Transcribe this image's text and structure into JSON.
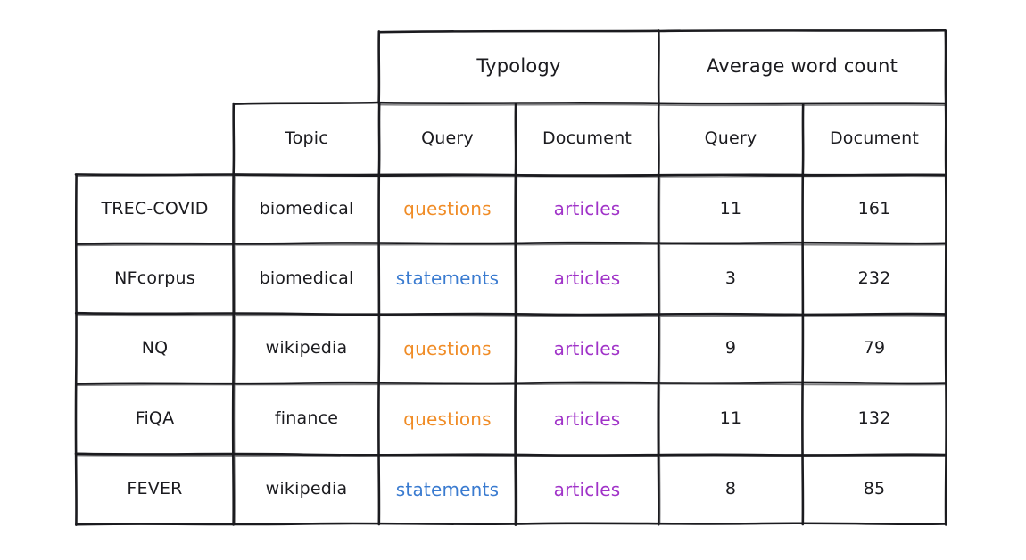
{
  "figure": {
    "style": "hand-drawn-sketch",
    "background_color": "#ffffff",
    "stroke_color": "#1b1b1f"
  },
  "palette": {
    "ink": "#1b1b1f",
    "questions": "#f08c26",
    "statements": "#3a7bd0",
    "articles": "#a033c8"
  },
  "chart_data": {
    "type": "table",
    "title": "",
    "corner_label": "",
    "column_groups": [
      {
        "label": "",
        "span": 1,
        "columns": [
          "corner"
        ]
      },
      {
        "label": "",
        "span": 1,
        "columns": [
          "Topic"
        ]
      },
      {
        "label": "Typology",
        "span": 2,
        "columns": [
          "Query",
          "Document"
        ]
      },
      {
        "label": "Average word count",
        "span": 2,
        "columns": [
          "Query",
          "Document"
        ]
      }
    ],
    "columns": [
      "",
      "Topic",
      "Query",
      "Document",
      "Query",
      "Document"
    ],
    "rows": [
      {
        "dataset": "TREC-COVID",
        "topic": "biomedical",
        "typology_query": "questions",
        "typology_document": "articles",
        "avg_words_query": "11",
        "avg_words_document": "161"
      },
      {
        "dataset": "NFcorpus",
        "topic": "biomedical",
        "typology_query": "statements",
        "typology_document": "articles",
        "avg_words_query": "3",
        "avg_words_document": "232"
      },
      {
        "dataset": "NQ",
        "topic": "wikipedia",
        "typology_query": "questions",
        "typology_document": "articles",
        "avg_words_query": "9",
        "avg_words_document": "79"
      },
      {
        "dataset": "FiQA",
        "topic": "finance",
        "typology_query": "questions",
        "typology_document": "articles",
        "avg_words_query": "11",
        "avg_words_document": "132"
      },
      {
        "dataset": "FEVER",
        "topic": "wikipedia",
        "typology_query": "statements",
        "typology_document": "articles",
        "avg_words_query": "8",
        "avg_words_document": "85"
      }
    ]
  },
  "header": {
    "group_typology": "Typology",
    "group_avg_word_count": "Average word count",
    "col_topic": "Topic",
    "col_typology_query": "Query",
    "col_typology_document": "Document",
    "col_avg_query": "Query",
    "col_avg_document": "Document"
  }
}
